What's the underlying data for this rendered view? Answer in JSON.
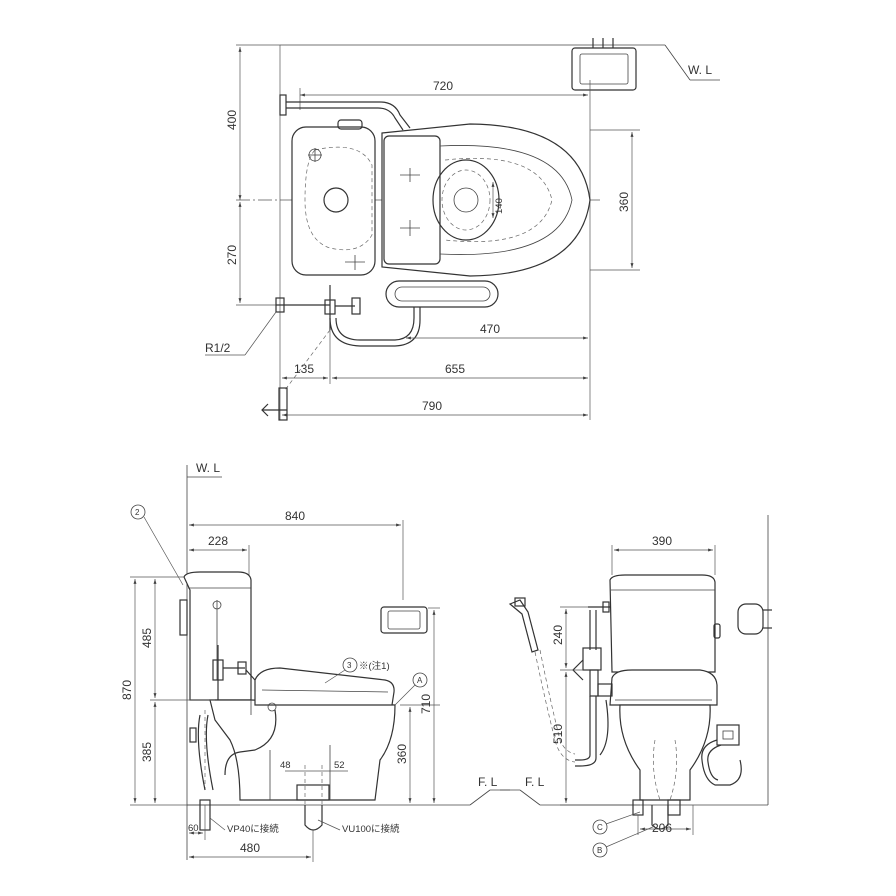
{
  "plan": {
    "dim_720": "720",
    "dim_400": "400",
    "dim_360": "360",
    "dim_270": "270",
    "dim_140": "140",
    "dim_470": "470",
    "dim_135": "135",
    "dim_655": "655",
    "dim_790": "790",
    "wall_line": "W. L",
    "pipe_thread": "R1/2"
  },
  "side": {
    "wall_line": "W. L",
    "dim_840": "840",
    "dim_228": "228",
    "dim_485": "485",
    "dim_870": "870",
    "dim_385": "385",
    "dim_710": "710",
    "dim_360": "360",
    "dim_48": "48",
    "dim_52": "52",
    "dim_60": "60",
    "dim_480": "480",
    "floor_line": "F. L",
    "callout_2": "2",
    "callout_3": "3",
    "callout_3_note": "※(注1)",
    "callout_a": "A",
    "vp40_note": "VP40に接続",
    "vu100_note": "VU100に接続"
  },
  "front": {
    "dim_390": "390",
    "dim_240": "240",
    "dim_510": "510",
    "dim_206": "206",
    "floor_line": "F. L",
    "callout_c": "C",
    "callout_b": "B"
  }
}
